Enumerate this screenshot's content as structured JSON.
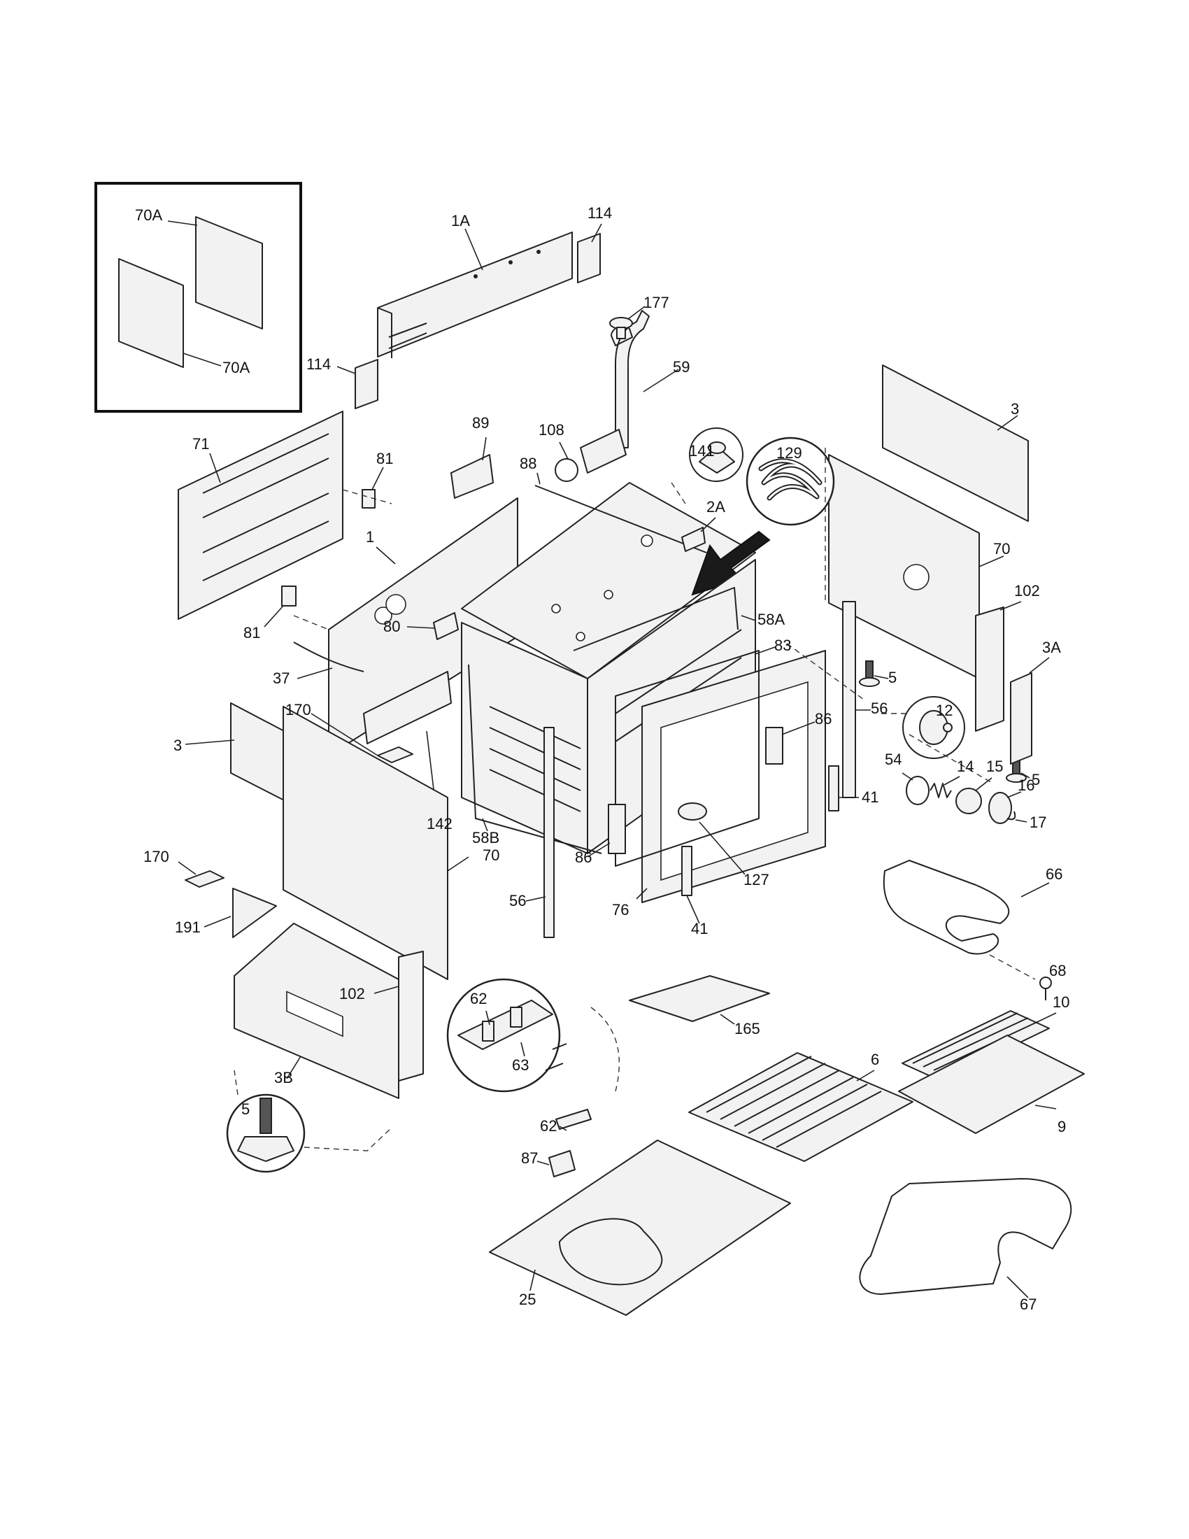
{
  "diagram": {
    "callouts": [
      "70A",
      "70A",
      "114",
      "114",
      "1A",
      "177",
      "59",
      "3",
      "71",
      "81",
      "81",
      "89",
      "108",
      "88",
      "141",
      "129",
      "2A",
      "1",
      "70",
      "102",
      "3A",
      "80",
      "58A",
      "83",
      "37",
      "5",
      "5",
      "12",
      "86",
      "56",
      "170",
      "142",
      "54",
      "14",
      "15",
      "16",
      "3",
      "58B",
      "41",
      "17",
      "86",
      "127",
      "66",
      "170",
      "70",
      "56",
      "76",
      "41",
      "191",
      "68",
      "62",
      "165",
      "10",
      "102",
      "63",
      "6",
      "3B",
      "5",
      "62",
      "9",
      "87",
      "67",
      "25"
    ]
  }
}
